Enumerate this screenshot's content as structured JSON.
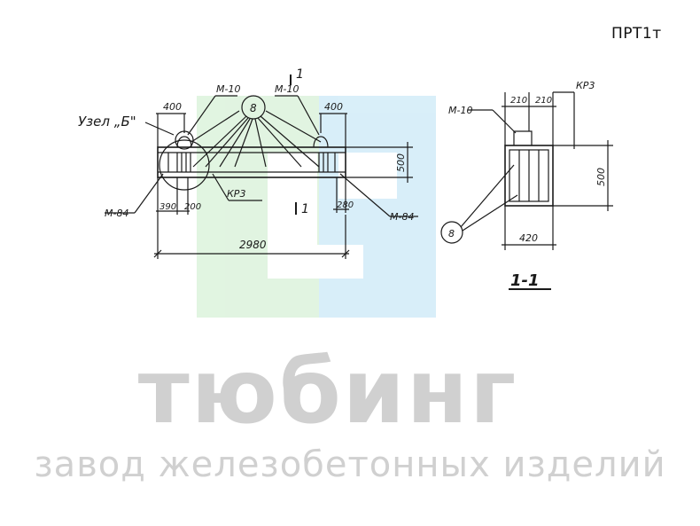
{
  "product_code": "ПРТ1т",
  "watermark": {
    "title": "тюбинг",
    "subtitle": "завод железобетонных изделий"
  },
  "elevation": {
    "section_mark_top": "1",
    "section_mark_bottom": "1",
    "node_label": "Узел „Б\"",
    "left_dim_top": "400",
    "right_dim_top": "400",
    "loop_left": "М-10",
    "loop_right": "М-10",
    "callout_top": "8",
    "height_dim": "500",
    "cage_label": "КР3",
    "left_bottom_dim_1": "390",
    "left_bottom_dim_2": "200",
    "right_bottom_dim": "280",
    "left_part": "М-84",
    "right_part": "М-84",
    "length_dim": "2980"
  },
  "section": {
    "title": "1-1",
    "loop_label": "М-10",
    "top_dim_left": "210",
    "top_dim_right": "210",
    "cage_label": "КР3",
    "height_dim": "500",
    "width_dim": "420",
    "callout": "8"
  }
}
